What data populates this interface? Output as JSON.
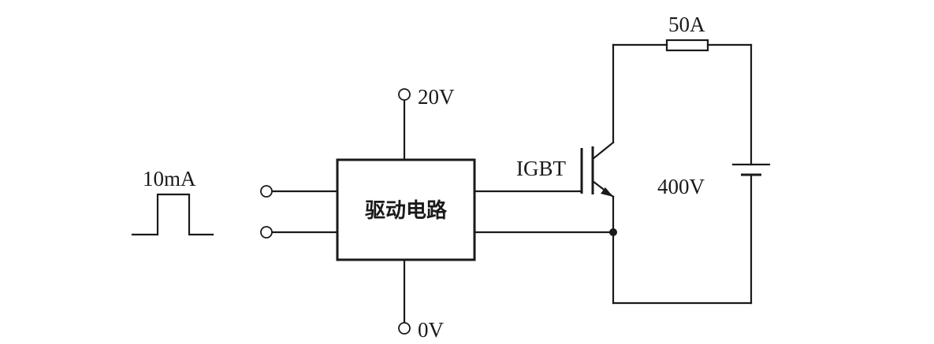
{
  "labels": {
    "pulse_current": "10mA",
    "supply_top": "20V",
    "supply_bottom": "0V",
    "driver_block": "驱动电路",
    "device": "IGBT",
    "load_current": "50A",
    "battery_voltage": "400V"
  },
  "icons": {
    "input_signal": "square-pulse-icon",
    "input_terminal": "open-circle-terminal-icon",
    "switch": "igbt-transistor-icon",
    "load": "resistor-icon",
    "source": "battery-icon",
    "junction": "junction-dot-icon"
  }
}
